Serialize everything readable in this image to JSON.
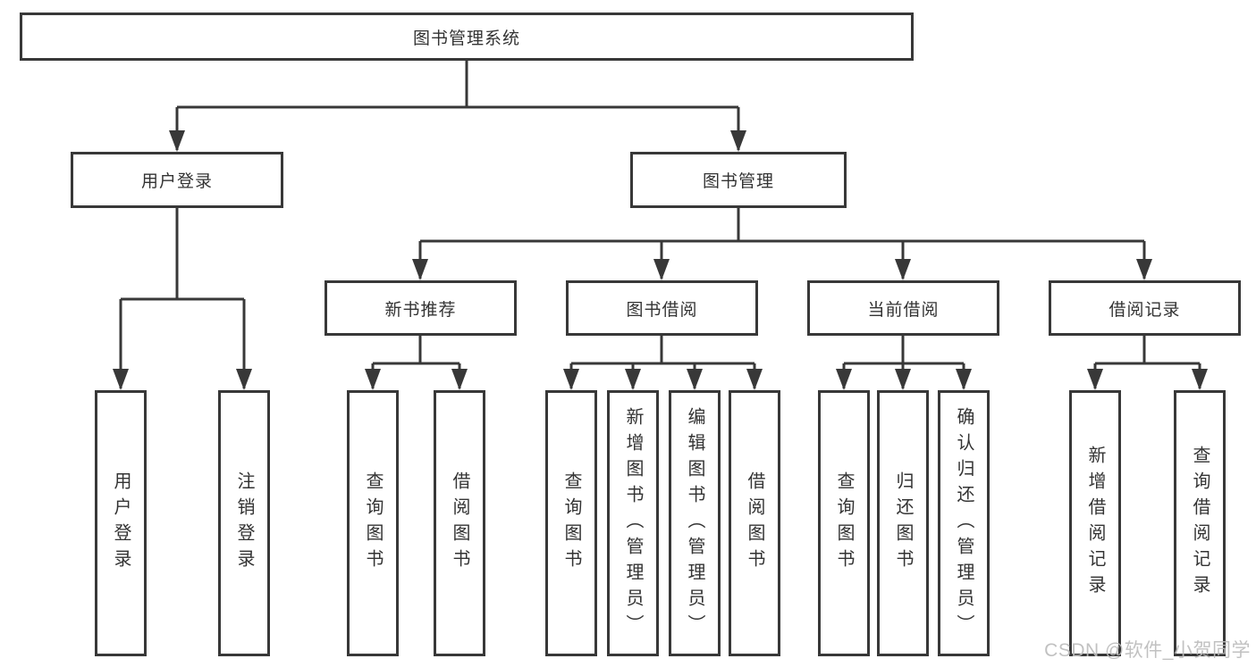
{
  "diagram_title": "图书管理系统",
  "watermark": "CSDN @软件_小贺同学",
  "colors": {
    "line": "#383838",
    "text": "#333333",
    "watermark": "#bcbcbc",
    "box_background": "#ffffff"
  },
  "nodes": {
    "root": "图书管理系统",
    "level2": {
      "user_login": "用户登录",
      "book_management": "图书管理"
    },
    "level3": {
      "new_book_recommendation": "新书推荐",
      "book_borrowing": "图书借阅",
      "current_borrowing": "当前借阅",
      "borrowing_records": "借阅记录"
    },
    "leaves": {
      "user_login": "用户登录",
      "logout": "注销登录",
      "recommend_query_books": "查询图书",
      "recommend_borrow_books": "借阅图书",
      "borrowing_query_books": "查询图书",
      "borrowing_add_books_admin": "新增图书（管理员）",
      "borrowing_edit_books_admin": "编辑图书（管理员）",
      "borrowing_borrow_books": "借阅图书",
      "current_query_books": "查询图书",
      "current_return_books": "归还图书",
      "current_confirm_return_admin": "确认归还（管理员）",
      "records_add_borrow_record": "新增借阅记录",
      "records_query_borrow_record": "查询借阅记录"
    }
  }
}
